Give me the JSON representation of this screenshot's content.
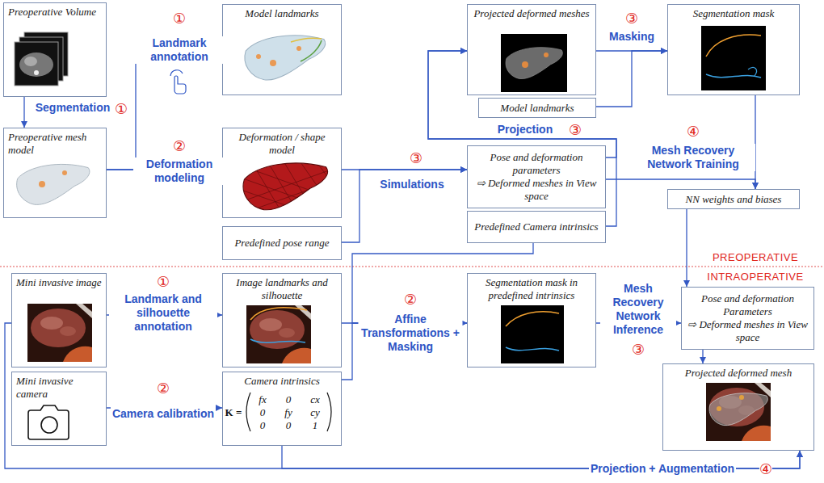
{
  "diagram": {
    "nodes": [
      {
        "text": [
          "Preoperative Volume"
        ]
      },
      {
        "text": [
          "Preoperative mesh model"
        ]
      },
      {
        "text": [
          "Model landmarks"
        ]
      },
      {
        "text": [
          "Deformation / shape model"
        ]
      },
      {
        "text": [
          "Predefined pose range"
        ]
      },
      {
        "text": [
          "Projected deformed meshes"
        ]
      },
      {
        "text": [
          "Model landmarks"
        ]
      },
      {
        "text": [
          "Segmentation mask"
        ]
      },
      {
        "text": [
          "Pose and deformation parameters",
          "⇨ Deformed meshes in View space"
        ]
      },
      {
        "text": [
          "Predefined Camera intrinsics"
        ]
      },
      {
        "text": [
          "NN weights and biases"
        ]
      },
      {
        "text": [
          "Mini invasive image"
        ]
      },
      {
        "text": [
          "Image landmarks and silhouette"
        ]
      },
      {
        "text": [
          "Mini invasive camera"
        ]
      },
      {
        "text": [
          "Camera intrinsics"
        ]
      },
      {
        "text": [
          "Segmentation mask in predefined intrinsics"
        ]
      },
      {
        "text": [
          "Pose and deformation Parameters",
          "⇨ Deformed meshes in View space"
        ]
      },
      {
        "text": [
          "Projected deformed mesh"
        ]
      }
    ],
    "edges": [
      {
        "from": 0,
        "to": 1,
        "arrow": "to",
        "label": "Segmentation"
      },
      {
        "from": 1,
        "to": 2,
        "arrow": "to",
        "label": "Landmark annotation"
      },
      {
        "from": 1,
        "to": 3,
        "arrow": "to",
        "label": "Deformation modeling"
      },
      {
        "from": 3,
        "to": 8,
        "arrow": "to",
        "label": "Simulations"
      },
      {
        "from": 4,
        "to": 8,
        "arrow": "to"
      },
      {
        "from": 8,
        "to": 5,
        "arrow": "to",
        "label": "Projection"
      },
      {
        "from": 9,
        "to": 5,
        "arrow": "to"
      },
      {
        "from": 5,
        "to": 7,
        "arrow": "to",
        "label": "Masking"
      },
      {
        "from": 6,
        "to": 7,
        "arrow": "to"
      },
      {
        "from": 8,
        "to": 10,
        "arrow": "to",
        "label": "Mesh Recovery Network Training"
      },
      {
        "from": 7,
        "to": 10,
        "arrow": "to"
      },
      {
        "from": 9,
        "to": 15,
        "arrow": "to"
      },
      {
        "from": 10,
        "to": 16,
        "arrow": "to"
      },
      {
        "from": 11,
        "to": 12,
        "arrow": "to",
        "label": "Landmark and silhouette annotation"
      },
      {
        "from": 13,
        "to": 14,
        "arrow": "to",
        "label": "Camera calibration"
      },
      {
        "from": 12,
        "to": 15,
        "arrow": "to",
        "label": "Affine Transformations + Masking"
      },
      {
        "from": 14,
        "to": 15,
        "arrow": "to"
      },
      {
        "from": 15,
        "to": 16,
        "arrow": "to",
        "label": "Mesh Recovery Network Inference"
      },
      {
        "from": 11,
        "to": 17,
        "arrow": "to",
        "label": "Projection + Augmentation"
      },
      {
        "from": 16,
        "to": 17,
        "arrow": "to"
      },
      {
        "from": 14,
        "to": 17,
        "arrow": "to"
      }
    ],
    "labels": [
      "①",
      "①",
      "②",
      "③",
      "③",
      "③",
      "④",
      "PREOPERATIVE",
      "INTRAOPERATIVE",
      "①",
      "②",
      "K =",
      "fx",
      "0",
      "cx",
      "0",
      "fy",
      "cy",
      "0",
      "0",
      "1",
      "②",
      "③",
      "④"
    ]
  }
}
